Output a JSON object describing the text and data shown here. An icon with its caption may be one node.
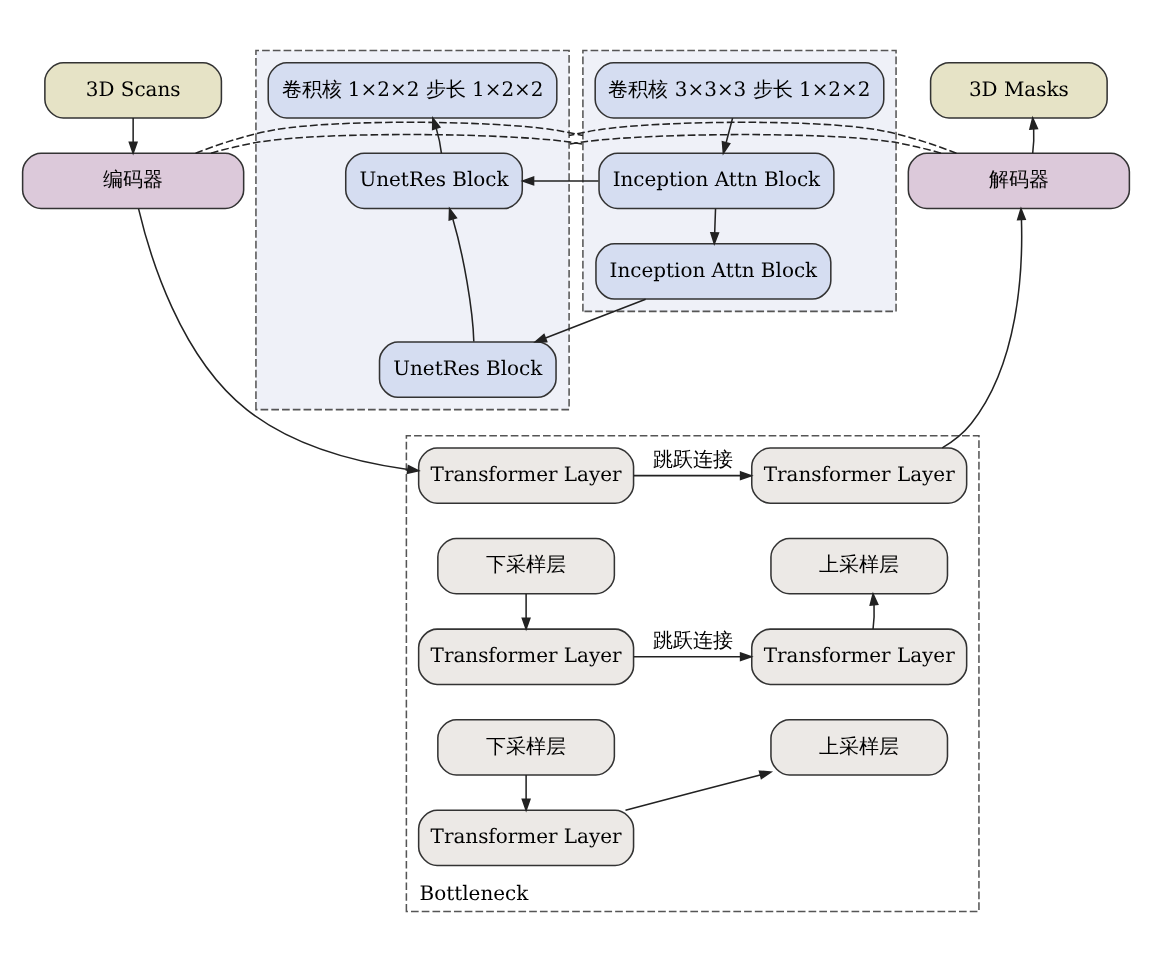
{
  "diagram": {
    "nodes": [
      {
        "text": [
          "3D Scans"
        ]
      },
      {
        "text": [
          "编码器"
        ]
      },
      {
        "text": [],
        "shape": "box"
      },
      {
        "text": [
          "卷积核 3×3×3 步长 1×2×2"
        ],
        "in": 2
      },
      {
        "text": [
          "Inception Attn Block"
        ],
        "in": 2
      },
      {
        "text": [
          "Inception Attn Block"
        ],
        "in": 2
      },
      {
        "text": [],
        "shape": "box"
      },
      {
        "text": [
          "卷积核 1×2×2 步长 1×2×2"
        ],
        "in": 6
      },
      {
        "text": [
          "UnetRes Block"
        ],
        "in": 6
      },
      {
        "text": [
          "UnetRes Block"
        ],
        "in": 6
      },
      {
        "text": [
          "3D Masks"
        ]
      },
      {
        "text": [
          "解码器"
        ]
      },
      {
        "text": [
          "Bottleneck"
        ]
      },
      {
        "text": [
          "Transformer Layer"
        ],
        "in": 12
      },
      {
        "text": [
          "下采样层"
        ],
        "in": 12
      },
      {
        "text": [
          "Transformer Layer"
        ],
        "in": 12
      },
      {
        "text": [
          "下采样层"
        ],
        "in": 12
      },
      {
        "text": [
          "Transformer Layer"
        ],
        "in": 12
      },
      {
        "text": [
          "上采样层"
        ],
        "in": 12
      },
      {
        "text": [
          "Transformer Layer"
        ],
        "in": 12
      },
      {
        "text": [
          "上采样层"
        ],
        "in": 12
      },
      {
        "text": [
          "Transformer Layer"
        ],
        "in": 12
      }
    ],
    "edges": [
      {
        "from": 0,
        "to": 1,
        "arrow": "to"
      },
      {
        "from": 1,
        "to": 2,
        "arrow": "none",
        "style": "dashed"
      },
      {
        "from": 1,
        "to": 2,
        "arrow": "none",
        "style": "dashed"
      },
      {
        "from": 3,
        "to": 4,
        "arrow": "to"
      },
      {
        "from": 4,
        "to": 5,
        "arrow": "to"
      },
      {
        "from": 4,
        "to": 8,
        "arrow": "to"
      },
      {
        "from": 5,
        "to": 9,
        "arrow": "to"
      },
      {
        "from": 9,
        "to": 8,
        "arrow": "to"
      },
      {
        "from": 8,
        "to": 7,
        "arrow": "to"
      },
      {
        "from": 11,
        "to": 6,
        "arrow": "none",
        "style": "dashed"
      },
      {
        "from": 11,
        "to": 6,
        "arrow": "none",
        "style": "dashed"
      },
      {
        "from": 11,
        "to": 10,
        "arrow": "to"
      },
      {
        "from": 1,
        "to": 13,
        "arrow": "to"
      },
      {
        "from": 13,
        "to": 17,
        "arrow": "to",
        "label": "跳跃连接"
      },
      {
        "from": 14,
        "to": 15,
        "arrow": "to"
      },
      {
        "from": 15,
        "to": 19,
        "arrow": "to",
        "label": "跳跃连接"
      },
      {
        "from": 16,
        "to": 21,
        "arrow": "to"
      },
      {
        "from": 21,
        "to": 20,
        "arrow": "to"
      },
      {
        "from": 19,
        "to": 18,
        "arrow": "to"
      },
      {
        "from": 17,
        "to": 11,
        "arrow": "to"
      }
    ]
  }
}
